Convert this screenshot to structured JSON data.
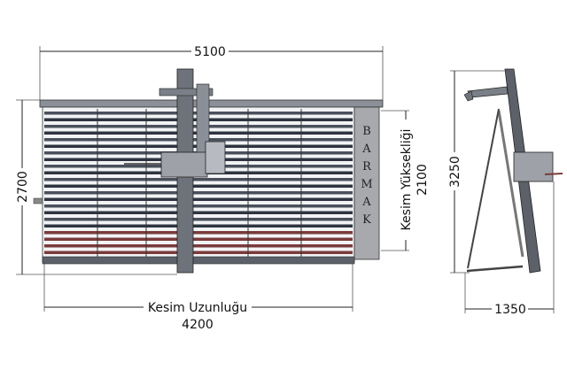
{
  "front_view": {
    "overall_width": "5100",
    "overall_height": "2700",
    "cut_height_label": "Kesim Yüksekliği",
    "cut_height": "2100",
    "cut_length_label": "Kesim Uzunluğu",
    "cut_length": "4200",
    "brand_letters": [
      "B",
      "A",
      "R",
      "M",
      "A",
      "K"
    ]
  },
  "side_view": {
    "overall_height": "3250",
    "depth": "1350"
  },
  "colors": {
    "frame": "#6e737b",
    "slat_dark": "#2e3440",
    "slat_light": "#d9dce2",
    "panel": "#a7a9ad",
    "accent_red": "#7a3a3a"
  }
}
